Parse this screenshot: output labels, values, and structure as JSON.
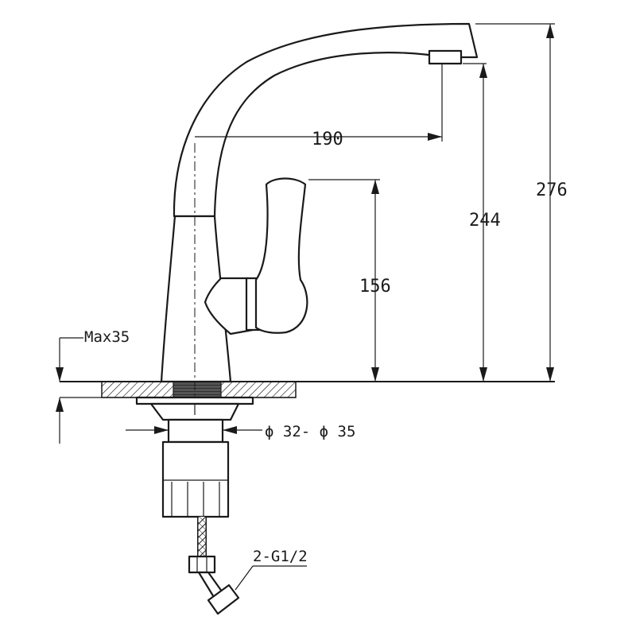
{
  "dimensions": {
    "spout_reach": "190",
    "total_height": "276",
    "spout_height": "244",
    "handle_height": "156",
    "max_counter_thickness": "Max35",
    "mounting_hole": "ϕ 32- ϕ 35",
    "hose_connection": "2-G1/2"
  },
  "colors": {
    "line": "#1a1a1a",
    "background": "#ffffff",
    "hatch": "#1a1a1a"
  }
}
